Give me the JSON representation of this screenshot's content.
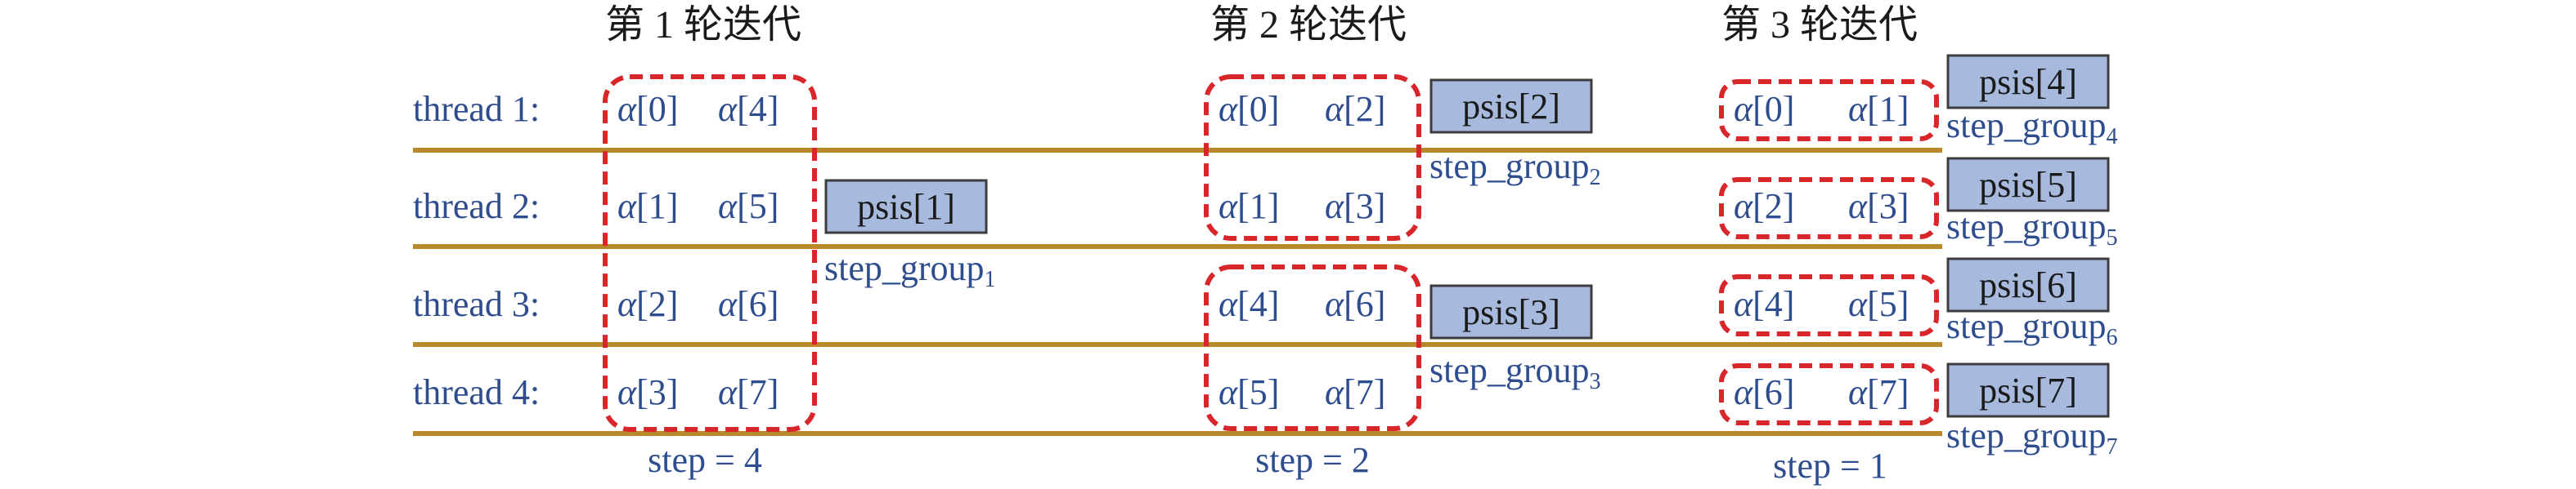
{
  "iterations": [
    {
      "title": "第 1 轮迭代",
      "step_label": "step = 4"
    },
    {
      "title": "第 2 轮迭代",
      "step_label": "step = 2"
    },
    {
      "title": "第 3 轮迭代",
      "step_label": "step = 1"
    }
  ],
  "threads": [
    {
      "label": "thread 1:"
    },
    {
      "label": "thread 2:"
    },
    {
      "label": "thread 3:"
    },
    {
      "label": "thread 4:"
    }
  ],
  "alpha_symbol": "α",
  "cells": [
    [
      [
        "[0]",
        "[4]"
      ],
      [
        "[0]",
        "[2]"
      ],
      [
        "[0]",
        "[1]"
      ]
    ],
    [
      [
        "[1]",
        "[5]"
      ],
      [
        "[1]",
        "[3]"
      ],
      [
        "[2]",
        "[3]"
      ]
    ],
    [
      [
        "[2]",
        "[6]"
      ],
      [
        "[4]",
        "[6]"
      ],
      [
        "[4]",
        "[5]"
      ]
    ],
    [
      [
        "[3]",
        "[7]"
      ],
      [
        "[5]",
        "[7]"
      ],
      [
        "[6]",
        "[7]"
      ]
    ]
  ],
  "psis": [
    {
      "label": "psis[1]",
      "step_group": "step_group",
      "sub": "1"
    },
    {
      "label": "psis[2]",
      "step_group": "step_group",
      "sub": "2"
    },
    {
      "label": "psis[3]",
      "step_group": "step_group",
      "sub": "3"
    },
    {
      "label": "psis[4]",
      "step_group": "step_group",
      "sub": "4"
    },
    {
      "label": "psis[5]",
      "step_group": "step_group",
      "sub": "5"
    },
    {
      "label": "psis[6]",
      "step_group": "step_group",
      "sub": "6"
    },
    {
      "label": "psis[7]",
      "step_group": "step_group",
      "sub": "7"
    }
  ],
  "colors": {
    "text_blue": "#2e4d8f",
    "dashed_red": "#d9262b",
    "thread_line": "#b8892a",
    "psis_fill": "#a7b9dd"
  }
}
